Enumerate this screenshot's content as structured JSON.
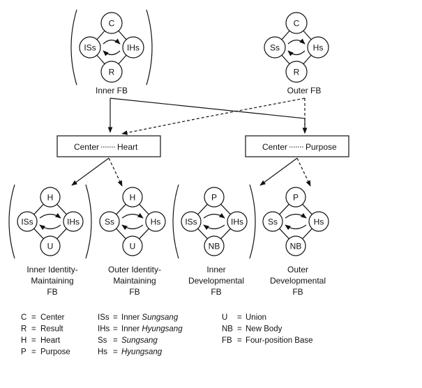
{
  "top_diagrams": [
    {
      "nodes": {
        "top": "C",
        "left": "ISs",
        "right": "IHs",
        "bottom": "R"
      },
      "bracketed": true,
      "label": [
        "Inner FB"
      ]
    },
    {
      "nodes": {
        "top": "C",
        "left": "Ss",
        "right": "Hs",
        "bottom": "R"
      },
      "bracketed": false,
      "label": [
        "Outer FB"
      ]
    }
  ],
  "boxes": [
    {
      "left": "Center",
      "right": "Heart"
    },
    {
      "left": "Center",
      "right": "Purpose"
    }
  ],
  "bottom_diagrams": [
    {
      "nodes": {
        "top": "H",
        "left": "ISs",
        "right": "IHs",
        "bottom": "U"
      },
      "bracketed": true,
      "label": [
        "Inner Identity-",
        "Maintaining",
        "FB"
      ]
    },
    {
      "nodes": {
        "top": "H",
        "left": "Ss",
        "right": "Hs",
        "bottom": "U"
      },
      "bracketed": false,
      "label": [
        "Outer Identity-",
        "Maintaining",
        "FB"
      ]
    },
    {
      "nodes": {
        "top": "P",
        "left": "ISs",
        "right": "IHs",
        "bottom": "NB"
      },
      "bracketed": true,
      "label": [
        "Inner",
        "Developmental",
        "FB"
      ]
    },
    {
      "nodes": {
        "top": "P",
        "left": "Ss",
        "right": "Hs",
        "bottom": "NB"
      },
      "bracketed": false,
      "label": [
        "Outer",
        "Developmental",
        "FB"
      ]
    }
  ],
  "legend": [
    [
      {
        "abbr": "C",
        "eq": "=",
        "text": "Center",
        "italic": ""
      },
      {
        "abbr": "R",
        "eq": "=",
        "text": "Result",
        "italic": ""
      },
      {
        "abbr": "H",
        "eq": "=",
        "text": "Heart",
        "italic": ""
      },
      {
        "abbr": "P",
        "eq": "=",
        "text": "Purpose",
        "italic": ""
      }
    ],
    [
      {
        "abbr": "ISs",
        "eq": "=",
        "text": "Inner ",
        "italic": "Sungsang"
      },
      {
        "abbr": "IHs",
        "eq": "=",
        "text": "Inner ",
        "italic": "Hyungsang"
      },
      {
        "abbr": "Ss",
        "eq": "=",
        "text": "",
        "italic": "Sungsang"
      },
      {
        "abbr": "Hs",
        "eq": "=",
        "text": "",
        "italic": "Hyungsang"
      }
    ],
    [
      {
        "abbr": "U",
        "eq": "=",
        "text": "Union",
        "italic": ""
      },
      {
        "abbr": "NB",
        "eq": "=",
        "text": "New Body",
        "italic": ""
      },
      {
        "abbr": "FB",
        "eq": "=",
        "text": "Four-position Base",
        "italic": ""
      }
    ]
  ]
}
